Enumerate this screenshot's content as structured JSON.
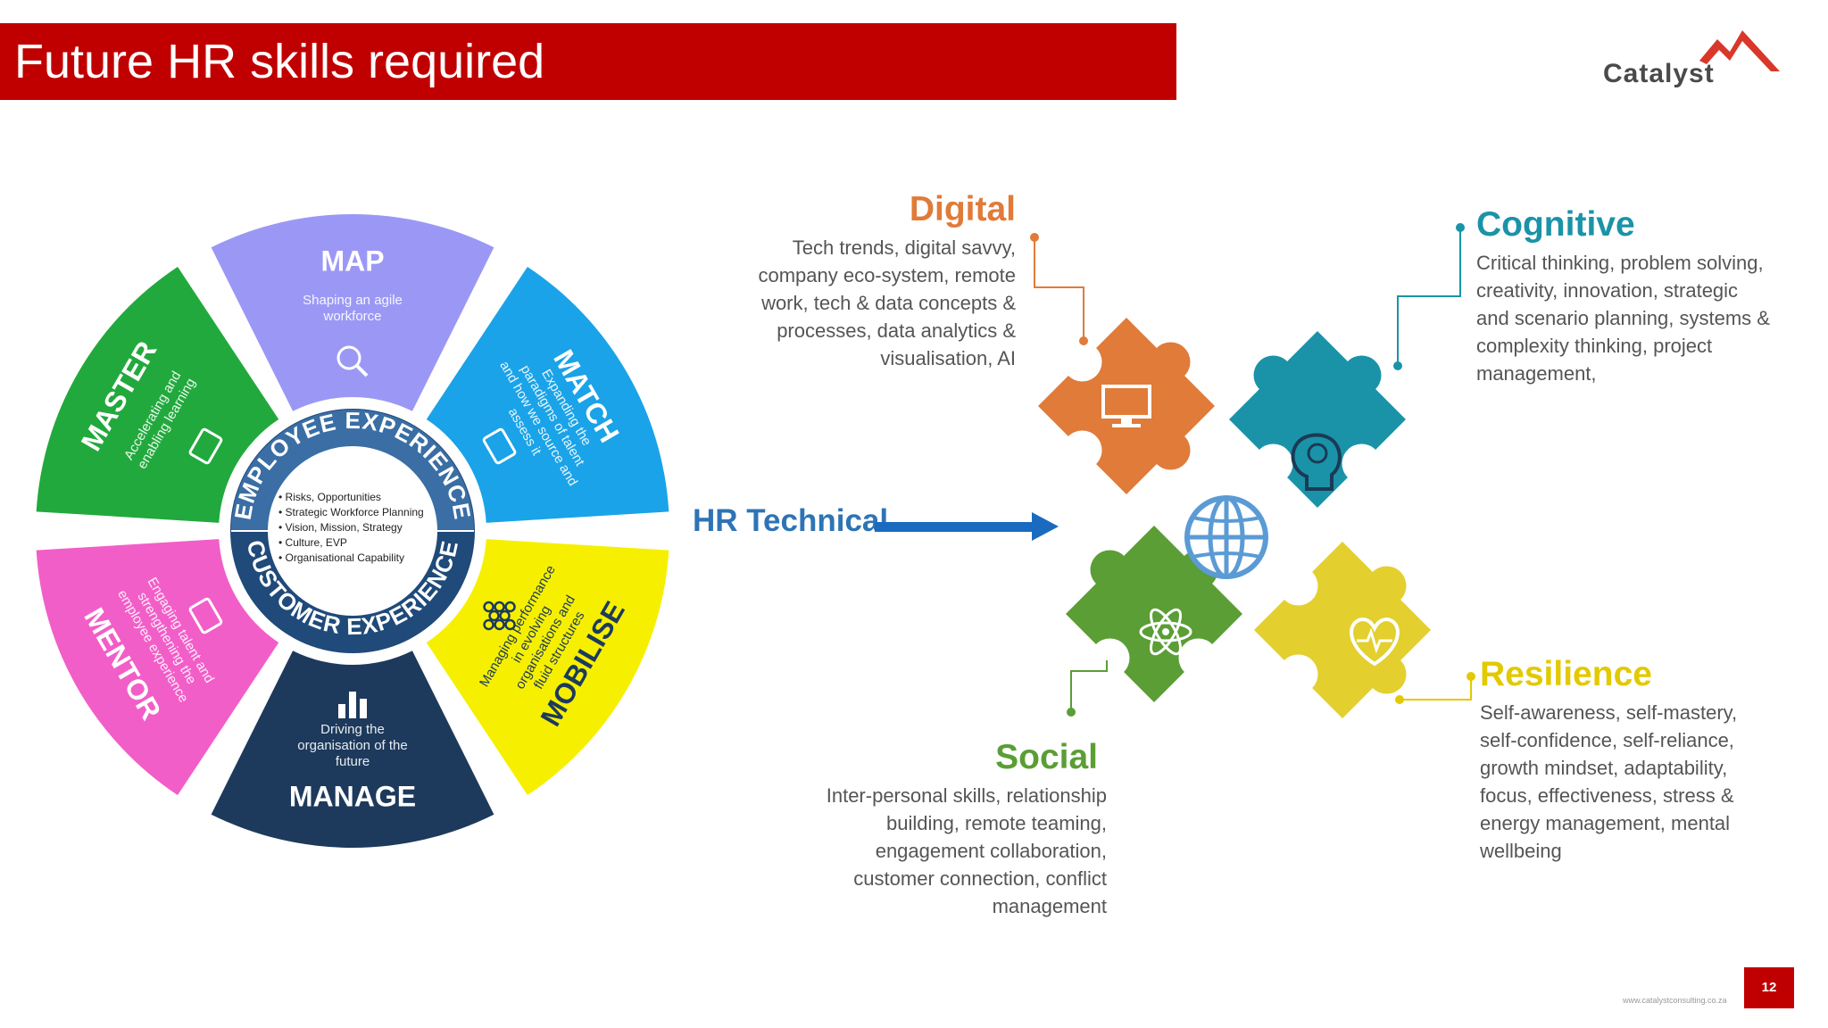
{
  "slide": {
    "title": "Future HR skills required",
    "page_number": "12",
    "website": "www.catalystconsulting.co.za"
  },
  "logo": {
    "name": "Catalyst",
    "accent_color": "#d9372a"
  },
  "wheel": {
    "inner": {
      "top_arc": "EMPLOYEE EXPERIENCE",
      "bottom_arc": "CUSTOMER EXPERIENCE",
      "bullets": [
        "Risks, Opportunities",
        "Strategic Workforce Planning",
        "Vision, Mission, Strategy",
        "Culture, EVP",
        "Organisational Capability"
      ]
    },
    "segments": [
      {
        "key": "map",
        "title": "MAP",
        "description": "Shaping an agile workforce",
        "color": "#9b98f5",
        "icon": "magnifier-icon"
      },
      {
        "key": "match",
        "title": "MATCH",
        "description": "Expanding the paradigms of talent and how we source and assess it",
        "color": "#1aa3e8",
        "icon": "id-card-icon"
      },
      {
        "key": "mobilise",
        "title": "MOBILISE",
        "description": "Managing performance in evolving organisations and fluid structures",
        "color": "#f6f000",
        "icon": "network-icon"
      },
      {
        "key": "manage",
        "title": "MANAGE",
        "description": "Driving the organisation of the future",
        "color": "#1d3a5c",
        "icon": "bar-chart-icon"
      },
      {
        "key": "mentor",
        "title": "MENTOR",
        "description": "Engaging talent and strengthening the employee experience",
        "color": "#f25ec8",
        "icon": "people-icon"
      },
      {
        "key": "master",
        "title": "MASTER",
        "description": "Accelerating and enabling learning",
        "color": "#22a93d",
        "icon": "certificate-icon"
      }
    ]
  },
  "hr_technical": {
    "label": "HR Technical",
    "color": "#2e74b5"
  },
  "skills": {
    "digital": {
      "title": "Digital",
      "color": "#e07b39",
      "icon": "monitor-icon",
      "lines": [
        "Tech trends, digital savvy,",
        "company eco-system, remote",
        "work, tech & data concepts &",
        "processes, data analytics &",
        "visualisation, AI"
      ]
    },
    "cognitive": {
      "title": "Cognitive",
      "color": "#1a93a8",
      "icon": "brain-head-icon",
      "lines": [
        "Critical thinking, problem solving,",
        "creativity, innovation, strategic",
        "and scenario planning, systems &",
        "complexity thinking, project",
        "management,"
      ]
    },
    "social": {
      "title": "Social",
      "color": "#5a9e35",
      "icon": "atom-icon",
      "lines": [
        "Inter-personal skills, relationship",
        "building, remote teaming,",
        "engagement collaboration,",
        "customer connection, conflict",
        "management"
      ]
    },
    "resilience": {
      "title": "Resilience",
      "color": "#e3c900",
      "icon": "heartbeat-icon",
      "lines": [
        "Self-awareness, self-mastery,",
        "self-confidence, self-reliance,",
        "growth mindset, adaptability,",
        "focus, effectiveness, stress &",
        "energy management, mental",
        "wellbeing"
      ]
    },
    "globe_icon": "globe-icon"
  }
}
